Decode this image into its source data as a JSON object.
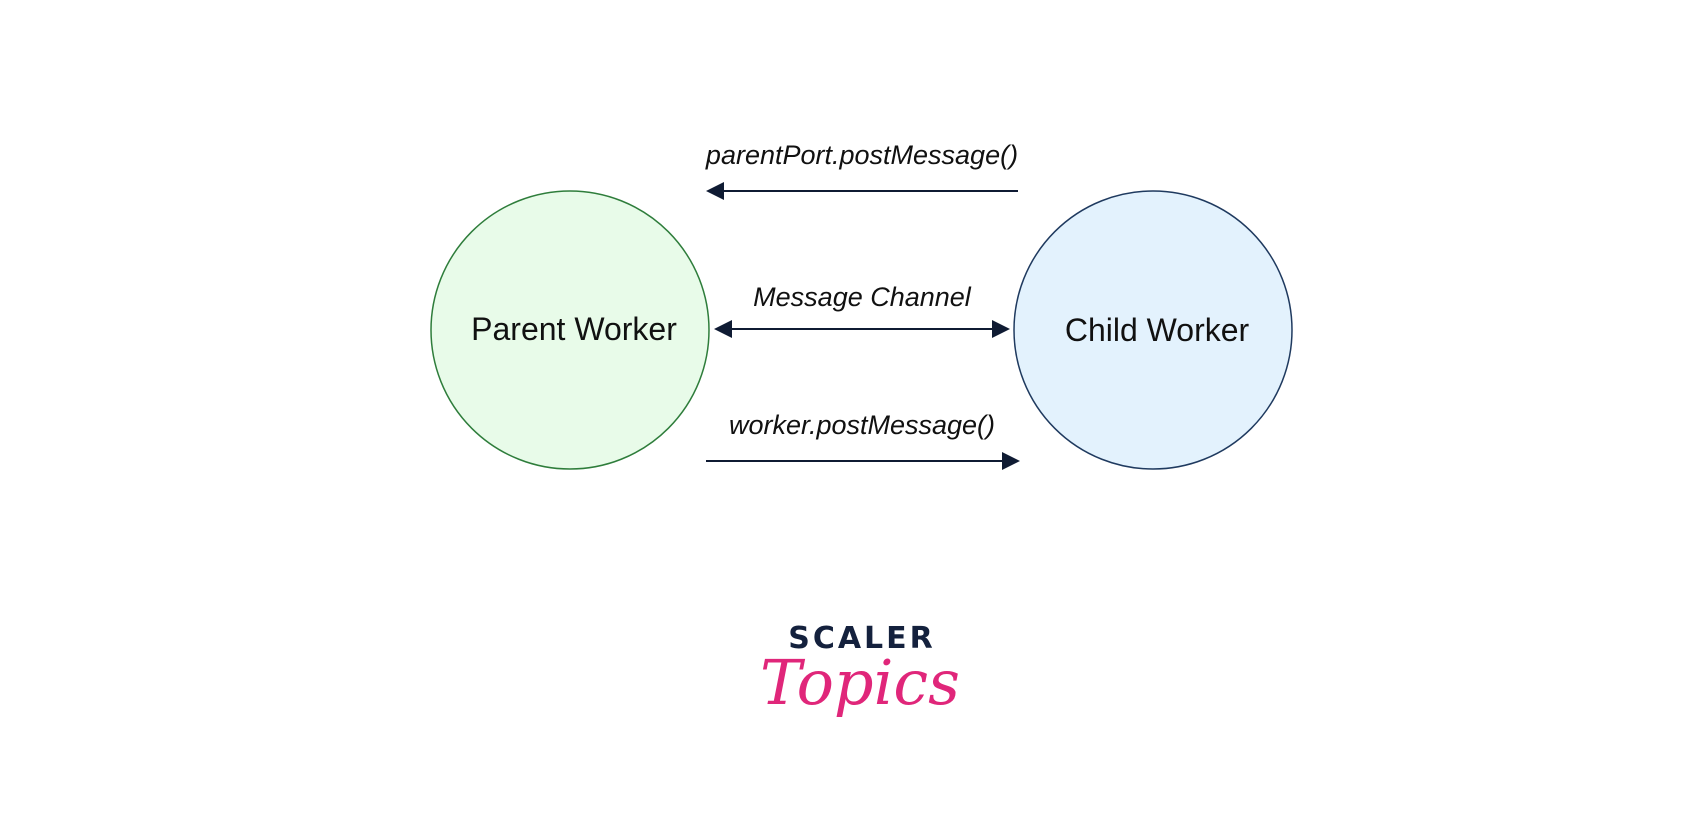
{
  "nodes": {
    "parent": {
      "label": "Parent Worker",
      "fill": "#e8fbe9",
      "stroke": "#2e7d3b"
    },
    "child": {
      "label": "Child Worker",
      "fill": "#e3f2fd",
      "stroke": "#1f3a5f"
    }
  },
  "edges": {
    "child_to_parent": {
      "label": "parentPort.postMessage()",
      "direction": "child-to-parent"
    },
    "channel": {
      "label": "Message Channel",
      "direction": "bidirectional"
    },
    "parent_to_child": {
      "label": "worker.postMessage()",
      "direction": "parent-to-child"
    }
  },
  "colors": {
    "arrow": "#0f1b33"
  },
  "logo": {
    "line1": "SCALER",
    "line2": "Topics",
    "line1_color": "#14213d",
    "line2_color": "#e0267a"
  }
}
